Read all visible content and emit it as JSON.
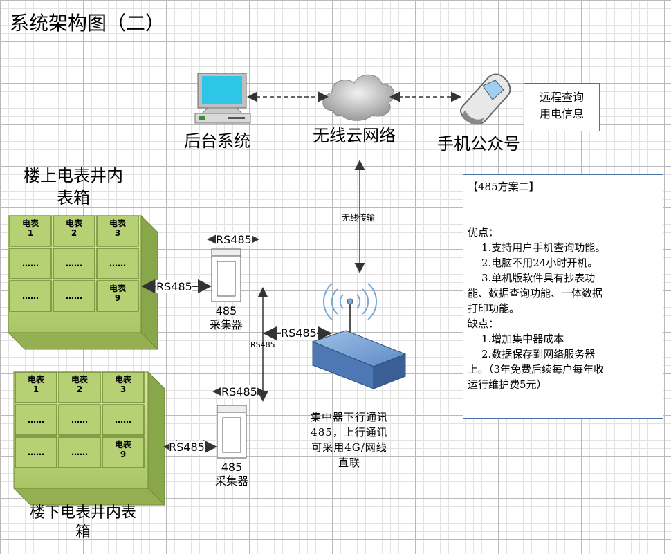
{
  "title": "系统架构图（二）",
  "nodes": {
    "backend": "后台系统",
    "cloud": "无线云网络",
    "phone": "手机公众号",
    "remote_query": [
      "远程查询",
      "用电信息"
    ],
    "upper_box": [
      "楼上电表井内",
      "表箱"
    ],
    "lower_box": [
      "楼下电表井内表",
      "箱"
    ],
    "collector_top": [
      "485",
      "采集器"
    ],
    "collector_bottom": [
      "485",
      "采集器"
    ]
  },
  "meter_labels": {
    "meter": "电表",
    "dots": "……",
    "n1": "1",
    "n2": "2",
    "n3": "3",
    "n9": "9"
  },
  "edges": {
    "wireless": "无线传输",
    "rs485": "RS485"
  },
  "concentrator_note": [
    "集中器下行通讯",
    "485，上行通讯",
    "可采用4G/网线",
    "直联"
  ],
  "plan": {
    "heading": "【485方案二】",
    "pros_title": "优点：",
    "pros": [
      "1.支持用户手机查询功能。",
      "2.电脑不用24小时开机。",
      "3.单机版软件具有抄表功"
    ],
    "pros_cont": [
      "能、数据查询功能、一体数据",
      "打印功能。"
    ],
    "cons_title": "缺点：",
    "cons": [
      "1.增加集中器成本",
      "2.数据保存到网络服务器"
    ],
    "cons_cont": [
      "上。（3年免费后续每户每年收",
      "运行维护费5元）"
    ]
  }
}
